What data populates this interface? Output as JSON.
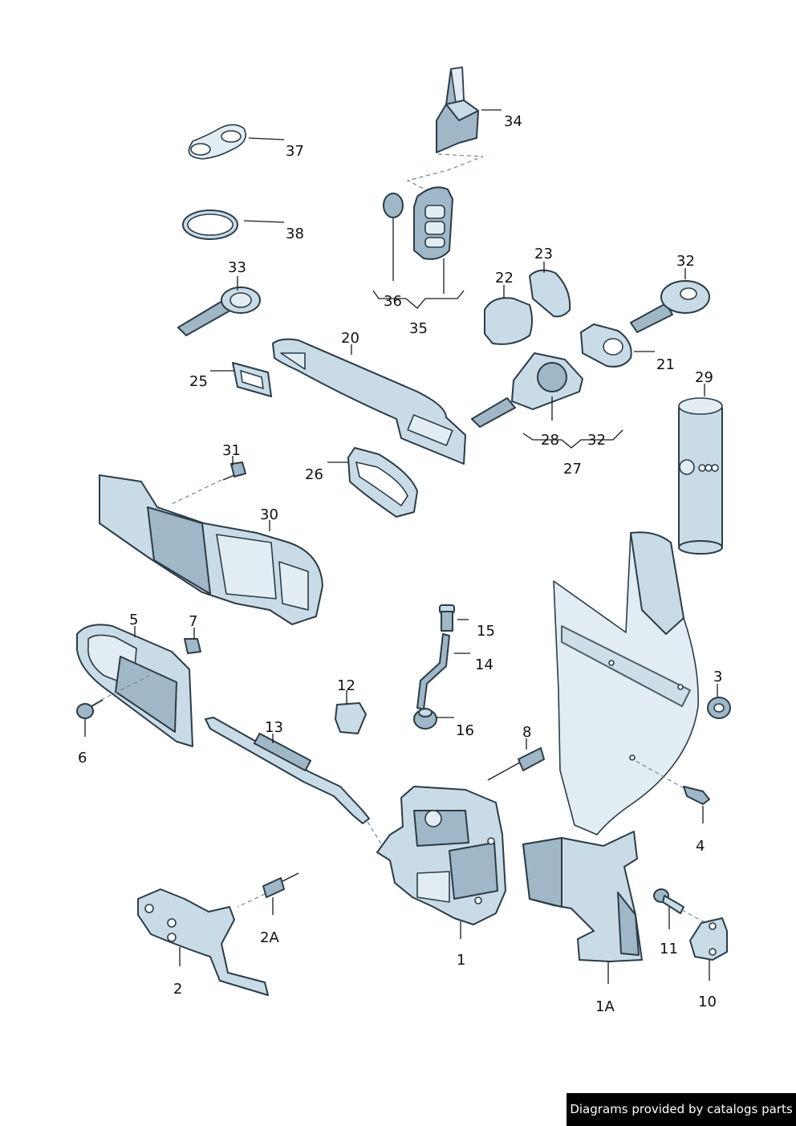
{
  "callouts": {
    "c1": "1",
    "c1A": "1A",
    "c2": "2",
    "c2A": "2A",
    "c3": "3",
    "c4": "4",
    "c5": "5",
    "c6": "6",
    "c7": "7",
    "c8": "8",
    "c10": "10",
    "c11": "11",
    "c12": "12",
    "c13": "13",
    "c14": "14",
    "c15": "15",
    "c16": "16",
    "c20": "20",
    "c21": "21",
    "c22": "22",
    "c23": "23",
    "c25": "25",
    "c26": "26",
    "c27": "27",
    "c28": "28",
    "c29": "29",
    "c30": "30",
    "c31": "31",
    "c32a": "32",
    "c32b": "32",
    "c33": "33",
    "c34": "34",
    "c35": "35",
    "c36": "36",
    "c37": "37",
    "c38": "38"
  },
  "footer": {
    "credit": "Diagrams provided by catalogs parts"
  }
}
